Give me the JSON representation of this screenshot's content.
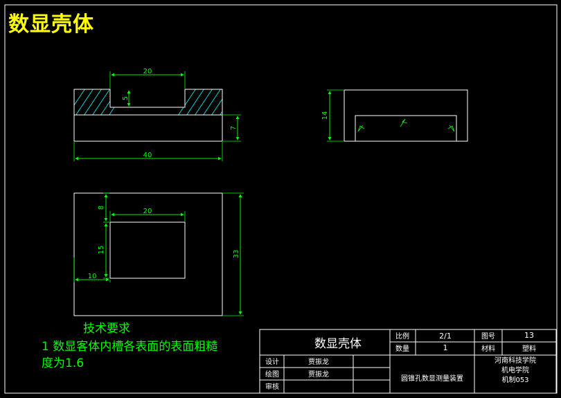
{
  "drawing_title": "数显壳体",
  "dimensions": {
    "top_view": {
      "slot_width": "20",
      "slot_depth": "5",
      "base_height": "7",
      "total_length": "40"
    },
    "side_view": {
      "height": "14"
    },
    "plan_view": {
      "offset_top": "8",
      "slot_width": "20",
      "slot_height": "15",
      "offset_left": "10",
      "total_height": "33"
    }
  },
  "technical_requirements": {
    "heading": "技术要求",
    "line1": "1 数显客体内槽各表面的表面粗糙",
    "line2": "度为1.6"
  },
  "title_block": {
    "part_name": "数显壳体",
    "scale_label": "比例",
    "scale_value": "2/1",
    "drawing_no_label": "图号",
    "drawing_no_value": "13",
    "quantity_label": "数量",
    "quantity_value": "1",
    "material_label": "材料",
    "material_value": "塑料",
    "design_label": "设计",
    "design_name": "贾振龙",
    "draw_label": "绘图",
    "draw_name": "贾振龙",
    "review_label": "审核",
    "project_name": "圆锥孔数显测量装置",
    "school_line1": "河南科技学院",
    "school_line2": "机电学院",
    "school_line3": "机制053"
  },
  "colors": {
    "background": "#000000",
    "lines": "#ffffff",
    "dimensions": "#00ff00",
    "hatch": "#00ffff",
    "title": "#ffff00"
  }
}
